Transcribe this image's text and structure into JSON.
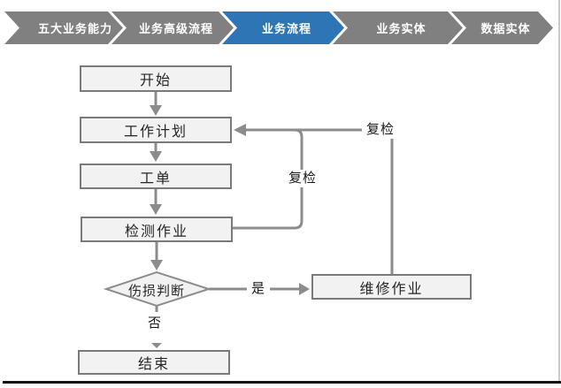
{
  "nav": {
    "tabs": [
      {
        "label": "五大业务能力",
        "active": false
      },
      {
        "label": "业务高级流程",
        "active": false
      },
      {
        "label": "业务流程",
        "active": true
      },
      {
        "label": "业务实体",
        "active": false
      },
      {
        "label": "数据实体",
        "active": false
      }
    ],
    "active_color": "#2E75B6",
    "inactive_color": "#808080"
  },
  "flowchart": {
    "nodes": {
      "start": "开始",
      "work_plan": "工作计划",
      "work_order": "工单",
      "inspection": "检测作业",
      "damage_decision": "伤损判断",
      "repair": "维修作业",
      "end": "结束"
    },
    "edge_labels": {
      "recheck_outer": "复检",
      "recheck_inner": "复检",
      "yes": "是",
      "no": "否"
    },
    "colors": {
      "node_fill": "#f2f2f2",
      "node_border": "#7a7a7a",
      "connector": "#8c8c8c"
    }
  }
}
